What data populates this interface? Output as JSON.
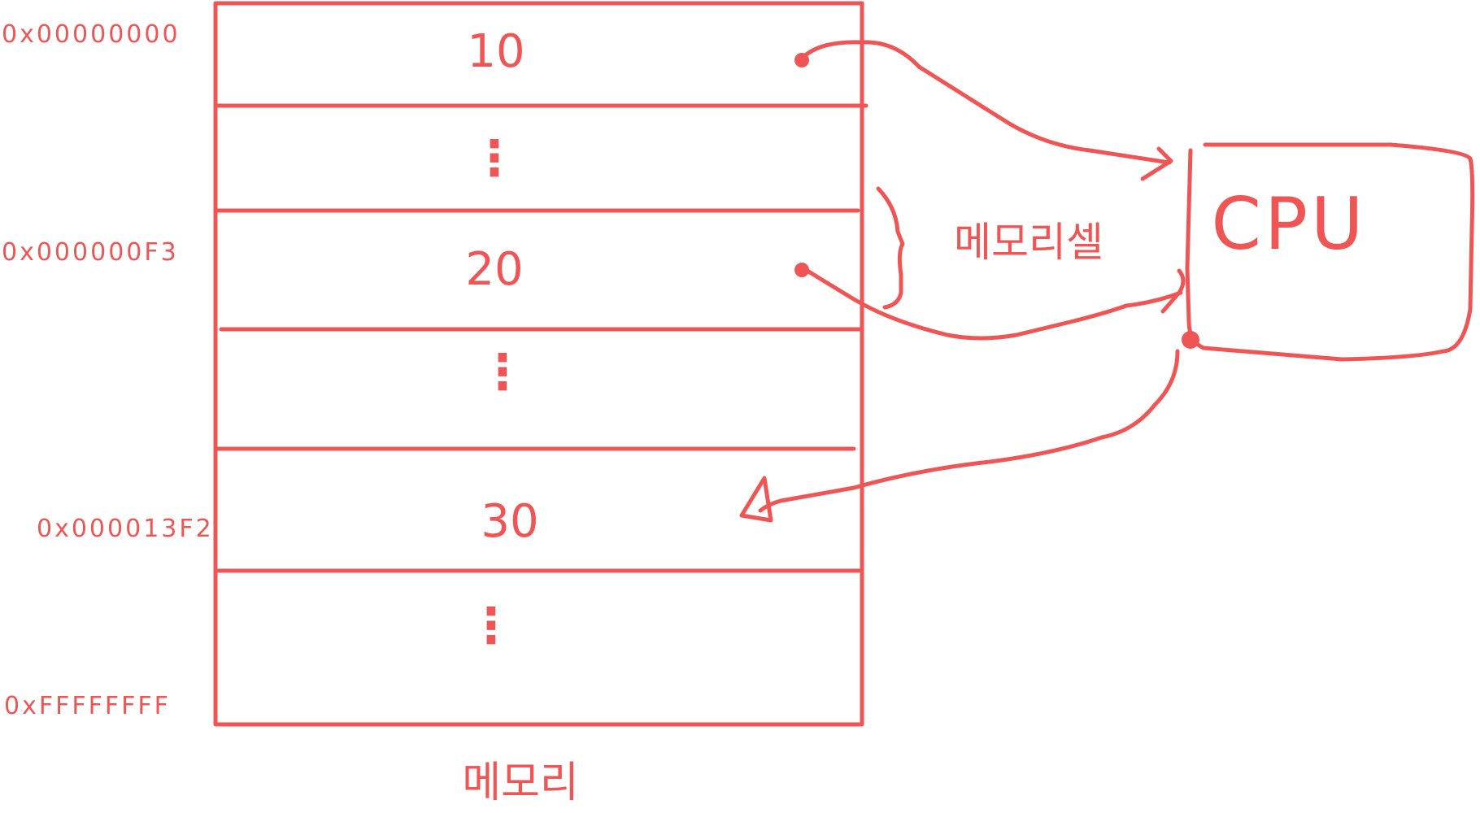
{
  "memory": {
    "label": "메모리",
    "addresses": {
      "a0": "0x00000000",
      "a1": "0x000000F3",
      "a2": "0x000013F2",
      "a3": "0xFFFFFFFF"
    },
    "cells": [
      {
        "value": "10"
      },
      {
        "value": "⋮"
      },
      {
        "value": "20"
      },
      {
        "value": "⋮"
      },
      {
        "value": "30"
      },
      {
        "value": "⋮"
      }
    ]
  },
  "cpu": {
    "label": "CPU"
  },
  "annotation": {
    "cell_label": "메모리셀"
  },
  "colors": {
    "ink": "#f05555",
    "background": "#ffffff"
  }
}
